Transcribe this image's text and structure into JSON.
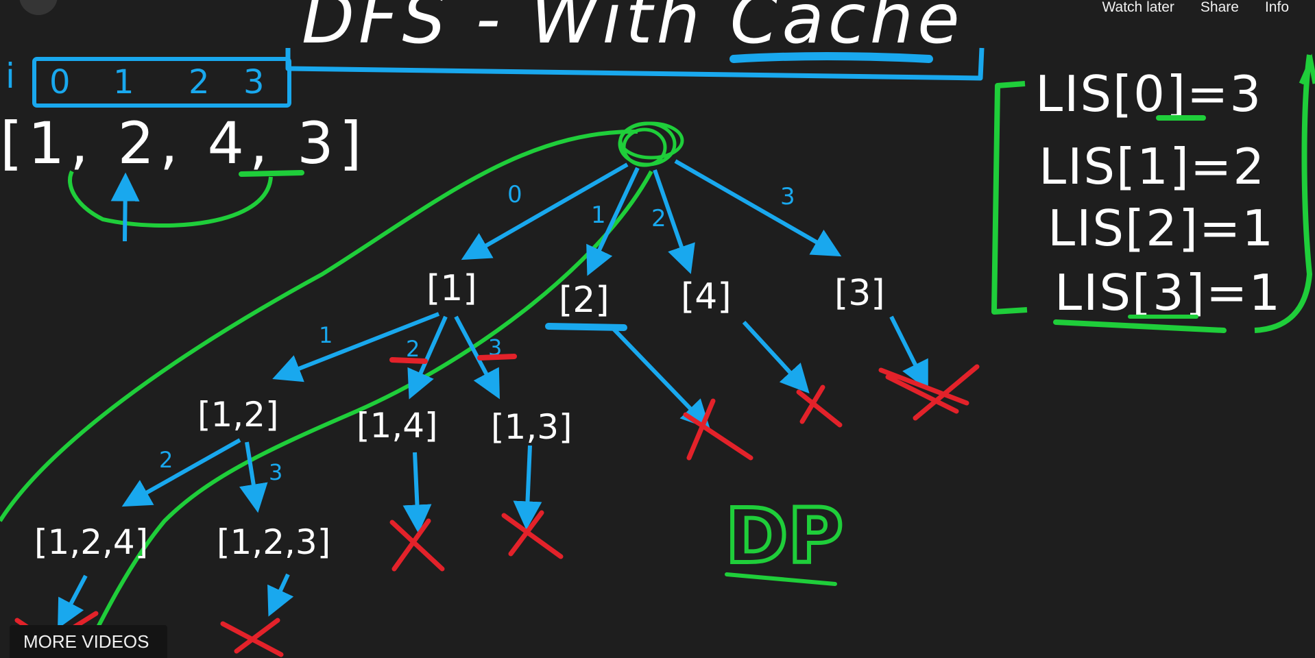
{
  "player": {
    "watch_later": "Watch later",
    "share": "Share",
    "info": "Info",
    "more_videos": "MORE VIDEOS"
  },
  "board": {
    "title": "DFS - With Cache",
    "index_label": "i",
    "indices": [
      "0",
      "1",
      "2",
      "3"
    ],
    "array_label": "[1, 2, 4, 3]",
    "root_edge_labels": [
      "0",
      "1",
      "2",
      "3"
    ],
    "level1_nodes": [
      "[1]",
      "[2]",
      "[4]",
      "[3]"
    ],
    "level1_edge_labels": [
      "1",
      "2",
      "3"
    ],
    "level2_nodes": [
      "[1,2]",
      "[1,4]",
      "[1,3]"
    ],
    "level2_edge_labels": [
      "2",
      "3"
    ],
    "level3_nodes": [
      "[1,2,4]",
      "[1,2,3]"
    ],
    "dp_label": "DP",
    "cache": [
      "LIS[0]=3",
      "LIS[1]=2",
      "LIS[2]=1",
      "LIS[3]=1"
    ]
  },
  "colors": {
    "background": "#1e1e1e",
    "chalk": "#ffffff",
    "blue": "#19a8ee",
    "green": "#1fce3a",
    "red": "#e3222a"
  }
}
